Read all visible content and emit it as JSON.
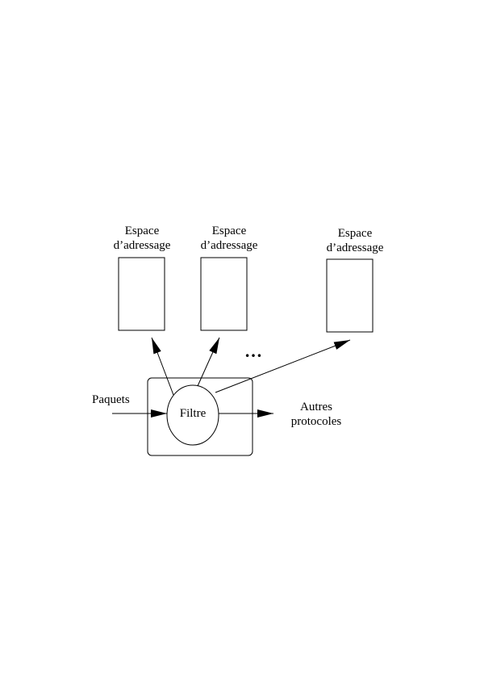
{
  "address_spaces": [
    {
      "line1": "Espace",
      "line2": "d’adressage"
    },
    {
      "line1": "Espace",
      "line2": "d’adressage"
    },
    {
      "line1": "Espace",
      "line2": "d’adressage"
    }
  ],
  "ellipsis": "…",
  "input_label": "Paquets",
  "filter_label": "Filtre",
  "output_label": {
    "line1": "Autres",
    "line2": "protocoles"
  }
}
